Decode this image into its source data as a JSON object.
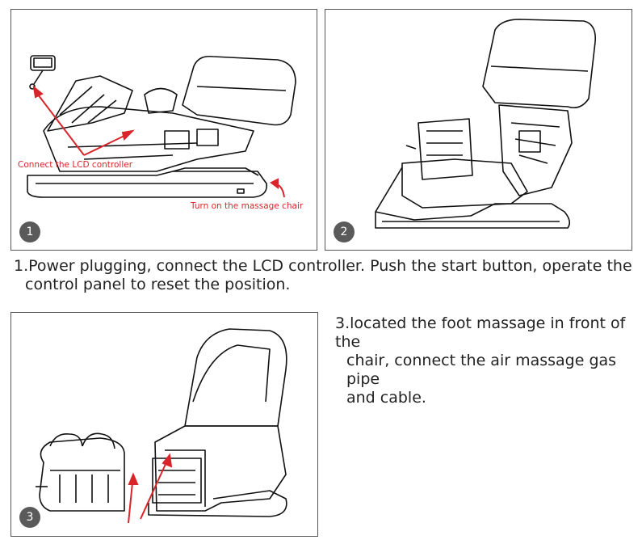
{
  "panels": [
    {
      "badge": "1",
      "callouts": {
        "lcd": "Connect the LCD controller",
        "power": "Turn on the massage chair"
      }
    },
    {
      "badge": "2"
    },
    {
      "badge": "3"
    }
  ],
  "steps": {
    "step1": {
      "line1": "1.Power plugging, connect the LCD controller. Push the start button, operate the",
      "line2": "control panel to reset the position."
    },
    "step3": {
      "line1": "3.located the foot massage in front of the",
      "line2": "chair, connect the air massage gas pipe",
      "line3": "and cable."
    }
  },
  "colors": {
    "accent": "#d9252a",
    "badge": "#5a5a5a",
    "border": "#555555"
  }
}
